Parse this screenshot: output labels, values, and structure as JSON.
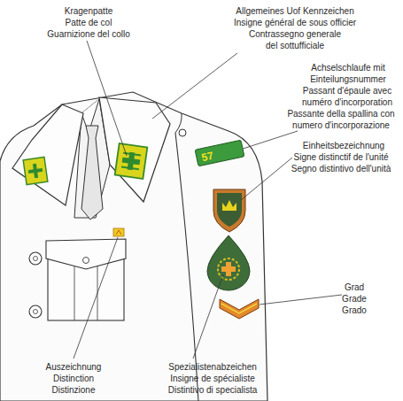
{
  "diagram": {
    "nodes": [
      {
        "text": [
          "57"
        ]
      }
    ],
    "labels": [
      "Kragenpatte",
      "Patte de col",
      "Guarnizione del collo",
      "Allgemeines Uof Kennzeichen",
      "Insigne général de sous officier",
      "Contrassegno generale del sottufficiale",
      "Achselschlaufe mit Einteilungsnummer",
      "Passant d'épaule avec numéro d'incorporation",
      "Passante della spallina con numero d'incorporazione",
      "Einheitsbezeichnung",
      "Signe distinctif de l'unité",
      "Segno distintivo dell'unità",
      "Grad",
      "Grade",
      "Grado",
      "Auszeichnung",
      "Distinction",
      "Distinzione",
      "Spezialistenabzeichen",
      "Insigne de spécialiste",
      "Distintivo di specialista"
    ]
  }
}
